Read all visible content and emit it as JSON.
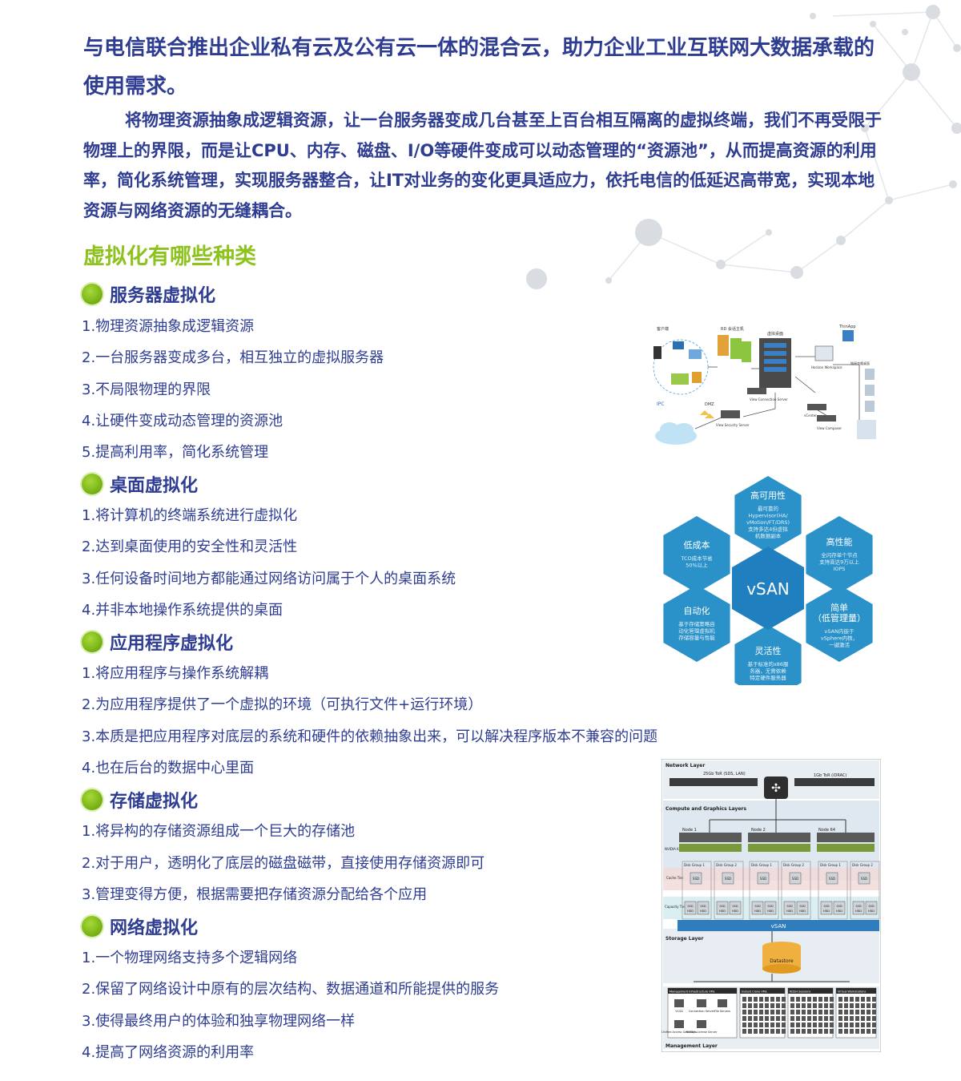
{
  "headline": "与电信联合推出企业私有云及公有云一体的混合云，助力企业工业互联网大数据承载的使用需求。",
  "intro": "将物理资源抽象成逻辑资源，让一台服务器变成几台甚至上百台相互隔离的虚拟终端，我们不再受限于物理上的界限，而是让CPU、内存、磁盘、I/O等硬件变成可以动态管理的“资源池”，从而提高资源的利用率，简化系统管理，实现服务器整合，让IT对业务的变化更具适应力，依托电信的低延迟高带宽，实现本地资源与网络资源的无缝耦合。",
  "section_title": "虚拟化有哪些种类",
  "categories": [
    {
      "title": "服务器虚拟化",
      "items": [
        "1.物理资源抽象成逻辑资源",
        "2.一台服务器变成多台，相互独立的虚拟服务器",
        "3.不局限物理的界限",
        "4.让硬件变成动态管理的资源池",
        "5.提高利用率，简化系统管理"
      ]
    },
    {
      "title": "桌面虚拟化",
      "items": [
        "1.将计算机的终端系统进行虚拟化",
        "2.达到桌面使用的安全性和灵活性",
        "3.任何设备时间地方都能通过网络访问属于个人的桌面系统",
        "4.并非本地操作系统提供的桌面"
      ]
    },
    {
      "title": "应用程序虚拟化",
      "items": [
        "1.将应用程序与操作系统解耦",
        "2.为应用程序提供了一个虚拟的环境（可执行文件+运行环境）",
        "3.本质是把应用程序对底层的系统和硬件的依赖抽象出来，可以解决程序版本不兼容的问题",
        "4.也在后台的数据中心里面"
      ]
    },
    {
      "title": "存储虚拟化",
      "items": [
        "1.将异构的存储资源组成一个巨大的存储池",
        "2.对于用户，透明化了底层的磁盘磁带，直接使用存储资源即可",
        "3.管理变得方便，根据需要把存储资源分配给各个应用"
      ]
    },
    {
      "title": "网络虚拟化",
      "items": [
        "1.一个物理网络支持多个逻辑网络",
        "2.保留了网络设计中原有的层次结构、数据通道和所能提供的服务",
        "3.使得最终用户的体验和独享物理网络一样",
        "4.提高了网络资源的利用率"
      ]
    }
  ],
  "diagram1": {
    "labels": [
      "客户端",
      "RD 会话主机",
      "虚拟桌面",
      "ThinApp",
      "Horizon Workspace",
      "链接克隆桌面",
      "DMZ",
      "View Security Server",
      "View Connection Server",
      "vCenter",
      "View Composer"
    ]
  },
  "vsan": {
    "center": "vSAN",
    "hexes": [
      {
        "title": "高可用性",
        "desc": [
          "最可靠的",
          "Hypervisor(HA/",
          "vMotion/FT/DRS)",
          "支持多达4份虚拟",
          "机数据副本"
        ]
      },
      {
        "title": "低成本",
        "desc": [
          "TCO成本节省",
          "50%以上"
        ]
      },
      {
        "title": "高性能",
        "desc": [
          "全闪存单个节点",
          "支持高达9万以上",
          "IOPS"
        ]
      },
      {
        "title": "自动化",
        "desc": [
          "基于存储策略自",
          "动化管理虚拟机",
          "存储容量与性能"
        ]
      },
      {
        "title": "简单\n（低管理量）",
        "desc": [
          "vSAN内嵌于",
          "vSphere内核，",
          "一键激活"
        ]
      },
      {
        "title": "灵活性",
        "desc": [
          "基于标准的x86服",
          "务器，无需依赖",
          "特定硬件服务器"
        ]
      }
    ]
  },
  "diagram3": {
    "network_layer": "Network Layer",
    "tor1": "25Gb ToR (SDS, LAN)",
    "tor2": "1Gb ToR (iDRAC)",
    "compute_layer": "Compute and Graphics Layers",
    "nodes": [
      "Node 1",
      "Node 2",
      "Node 64"
    ],
    "gpu": "NVIDIA K2",
    "disk_groups": [
      "Disk Group 1",
      "Disk Group 2"
    ],
    "cache_tier": "Cache Tier",
    "capacity_tier": "Capacity Tier",
    "ssd": "SSD",
    "hdd": "HDD",
    "vsan": "vSAN",
    "storage_layer": "Storage Layer",
    "datastore": "Datastore",
    "vm_groups": [
      "Management Infrastructure VMs",
      "Instant Clone VMs",
      "RDSH Sessions",
      "Virtual Workstations"
    ],
    "mgmt_vms": [
      "VCSA",
      "Connection Server",
      "File Servers",
      "Unified Access Gateways",
      "NVIDIA License Server"
    ],
    "management_layer": "Management Layer"
  },
  "colors": {
    "title_blue": "#2e3d91",
    "accent_green": "#8dc21f",
    "hex_blue": "#2a92c9"
  }
}
